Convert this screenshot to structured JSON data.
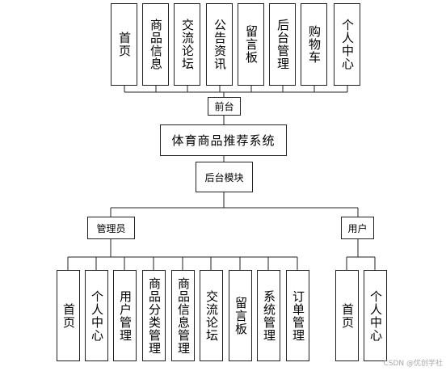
{
  "root": {
    "label": "体育商品推荐系统"
  },
  "front": {
    "label": "前台",
    "modules": [
      "首页",
      "商品信息",
      "交流论坛",
      "公告资讯",
      "留言板",
      "后台管理",
      "购物车",
      "个人中心"
    ]
  },
  "back": {
    "label": "后台模块",
    "admin": {
      "label": "管理员",
      "modules": [
        "首页",
        "个人中心",
        "用户管理",
        "商品分类管理",
        "商品信息管理",
        "交流论坛",
        "留言板",
        "系统管理",
        "订单管理"
      ]
    },
    "user": {
      "label": "用户",
      "modules": [
        "首页",
        "个人中心"
      ]
    }
  },
  "watermark": "CSDN @优创学社"
}
